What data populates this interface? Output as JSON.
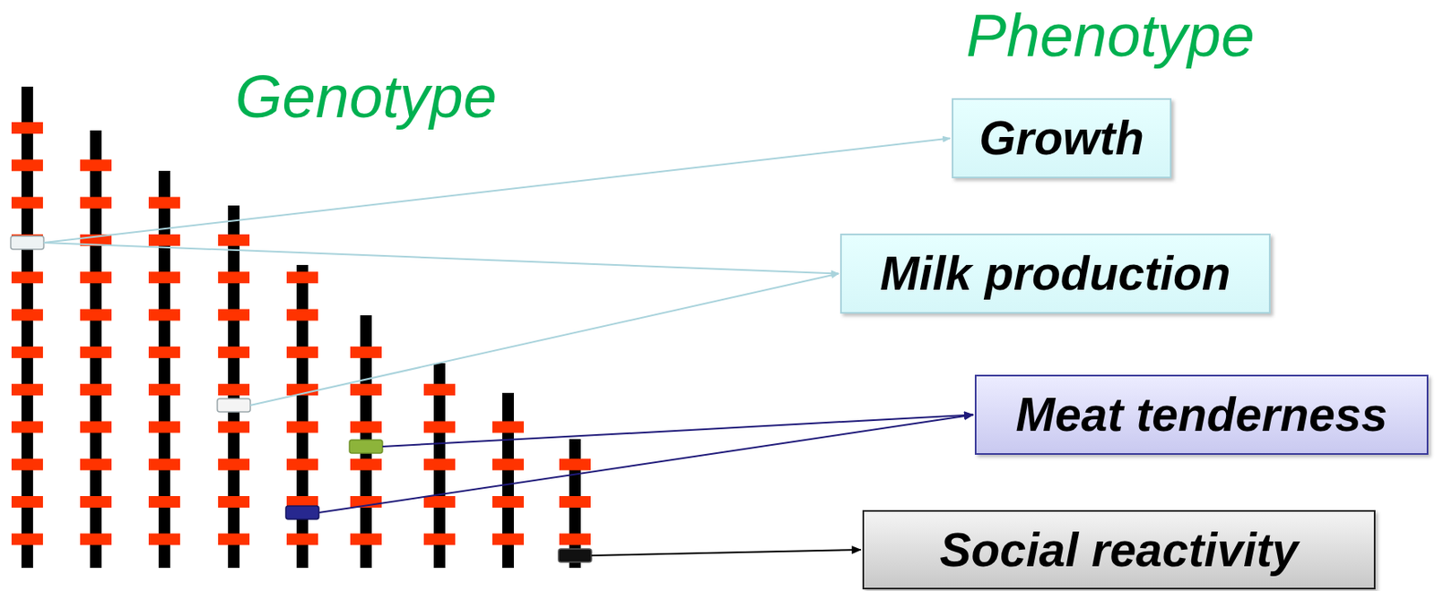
{
  "diagram": {
    "nodes": [
      {
        "text": [
          "Growth"
        ]
      },
      {
        "text": [
          "Milk production"
        ]
      },
      {
        "text": [
          "Meat tenderness"
        ]
      },
      {
        "text": [
          "Social reactivity"
        ]
      }
    ],
    "edges": [],
    "labels": [
      "Genotype",
      "Phenotype"
    ]
  }
}
